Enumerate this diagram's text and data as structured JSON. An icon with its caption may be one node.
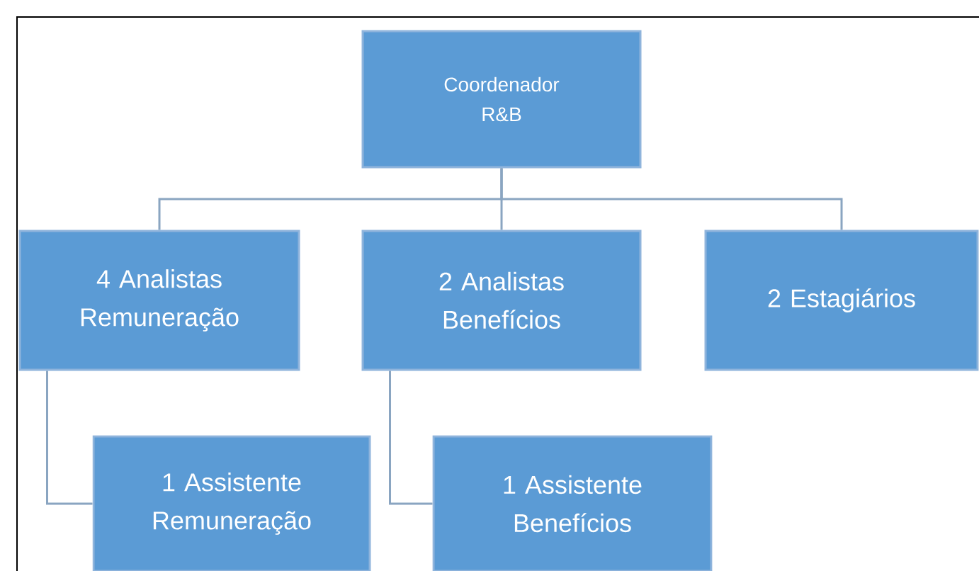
{
  "diagram": {
    "nodes": [
      {
        "text": [
          "Coordenador R&B"
        ]
      },
      {
        "text": [
          "4 Analistas Remuneração"
        ]
      },
      {
        "text": [
          "2 Analistas Benefícios"
        ]
      },
      {
        "text": [
          "2 Estagiários"
        ]
      },
      {
        "text": [
          "1 Assistente Remuneração"
        ]
      },
      {
        "text": [
          "1 Assistente Benefícios"
        ]
      }
    ],
    "edges": [
      {
        "from": 0,
        "to": 1,
        "arrow": "none"
      },
      {
        "from": 0,
        "to": 2,
        "arrow": "none"
      },
      {
        "from": 0,
        "to": 3,
        "arrow": "none"
      },
      {
        "from": 1,
        "to": 4,
        "arrow": "none"
      },
      {
        "from": 2,
        "to": 5,
        "arrow": "none"
      }
    ]
  }
}
